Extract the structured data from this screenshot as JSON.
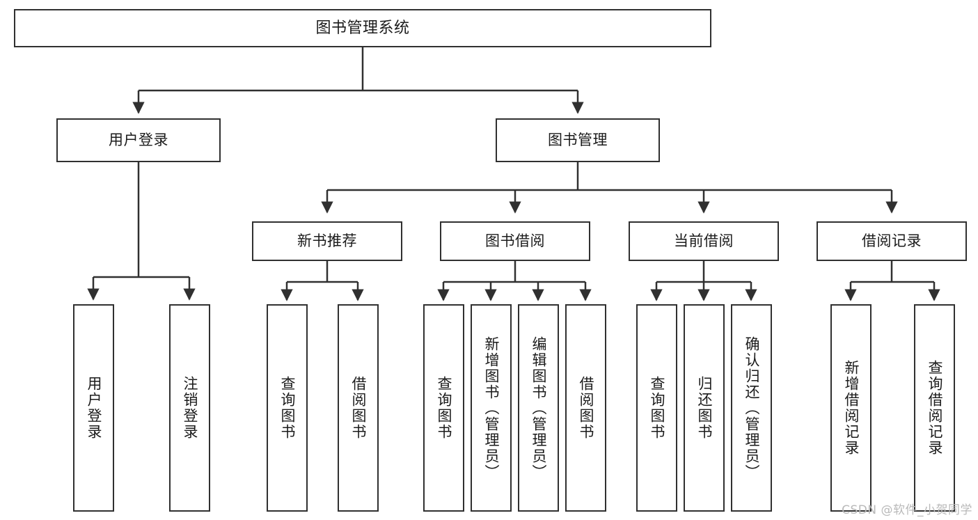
{
  "diagram": {
    "title": "图书管理系统",
    "type": "tree",
    "stroke_color": "#303030",
    "fill_color": "#FFFFFF",
    "text_color": "#1B1B1B",
    "levels": {
      "root": {
        "label": "图书管理系统"
      },
      "level2": [
        {
          "id": "user-login",
          "label": "用户登录"
        },
        {
          "id": "book-manage",
          "label": "图书管理"
        }
      ],
      "level3": [
        {
          "id": "new-book-recommend",
          "label": "新书推荐",
          "parent": "book-manage"
        },
        {
          "id": "book-borrow",
          "label": "图书借阅",
          "parent": "book-manage"
        },
        {
          "id": "current-borrow",
          "label": "当前借阅",
          "parent": "book-manage"
        },
        {
          "id": "borrow-record",
          "label": "借阅记录",
          "parent": "book-manage"
        }
      ],
      "leaves": [
        {
          "id": "leaf-user-login",
          "label": "用户登录",
          "parent": "user-login"
        },
        {
          "id": "leaf-user-logout",
          "label": "注销登录",
          "parent": "user-login"
        },
        {
          "id": "leaf-query-book-1",
          "label": "查询图书",
          "parent": "new-book-recommend"
        },
        {
          "id": "leaf-borrow-book-1",
          "label": "借阅图书",
          "parent": "new-book-recommend"
        },
        {
          "id": "leaf-query-book-2",
          "label": "查询图书",
          "parent": "book-borrow"
        },
        {
          "id": "leaf-add-book",
          "label": "新增图书（管理员）",
          "parent": "book-borrow"
        },
        {
          "id": "leaf-edit-book",
          "label": "编辑图书（管理员）",
          "parent": "book-borrow"
        },
        {
          "id": "leaf-borrow-book-2",
          "label": "借阅图书",
          "parent": "book-borrow"
        },
        {
          "id": "leaf-query-book-3",
          "label": "查询图书",
          "parent": "current-borrow"
        },
        {
          "id": "leaf-return-book",
          "label": "归还图书",
          "parent": "current-borrow"
        },
        {
          "id": "leaf-confirm-return",
          "label": "确认归还（管理员）",
          "parent": "current-borrow"
        },
        {
          "id": "leaf-add-record",
          "label": "新增借阅记录",
          "parent": "borrow-record"
        },
        {
          "id": "leaf-query-record",
          "label": "查询借阅记录",
          "parent": "borrow-record"
        }
      ]
    }
  },
  "watermark": {
    "text": "CSDN @软件_小贺同学"
  }
}
